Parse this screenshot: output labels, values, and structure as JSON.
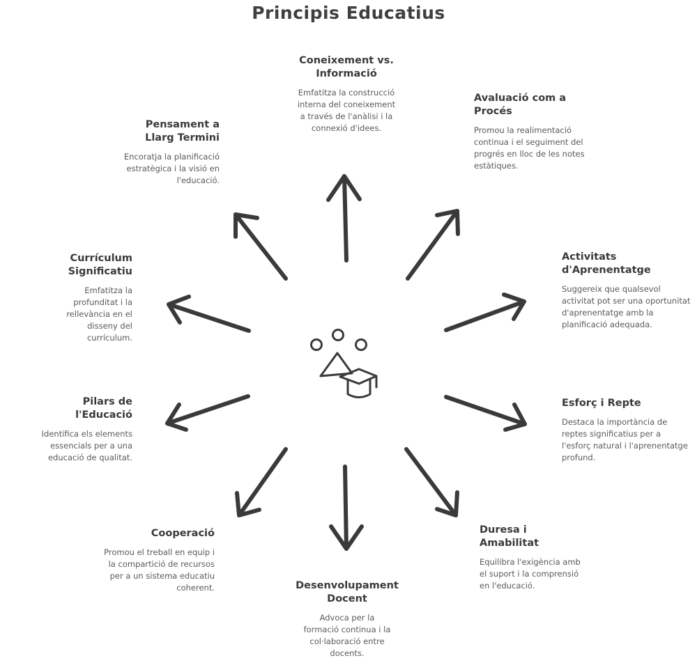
{
  "title": "Principis Educatius",
  "nodes": [
    {
      "title": "Coneixement vs. Informació",
      "description": "Emfatitza la construcció interna del coneixement a través de l'anàlisi i la connexió d'idees."
    },
    {
      "title": "Avaluació com a Procés",
      "description": "Promou la realimentació continua i el seguiment del progrés en lloc de les notes estàtiques."
    },
    {
      "title": "Activitats d'Aprenentatge",
      "description": "Suggereix que qualsevol activitat pot ser una oportunitat d'aprenentatge amb la planificació adequada."
    },
    {
      "title": "Esforç i Repte",
      "description": "Destaca la importància de reptes significatius per a l'esforç natural i l'aprenentatge profund."
    },
    {
      "title": "Duresa i Amabilitat",
      "description": "Equilibra l'exigència amb el suport i la comprensió en l'educació."
    },
    {
      "title": "Desenvolupament Docent",
      "description": "Advoca per la formació continua i la col·laboració entre docents."
    },
    {
      "title": "Cooperació",
      "description": "Promou el treball en equip i la compartició de recursos per a un sistema educatiu coherent."
    },
    {
      "title": "Pilars de l'Educació",
      "description": "Identifica els elements essencials per a una educació de qualitat."
    },
    {
      "title": "Currículum Significatiu",
      "description": "Emfatitza la profunditat i la rellevància en el disseny del currículum."
    },
    {
      "title": "Pensament a Llarg Termini",
      "description": "Encoratja la planificació estratègica i la visió en l'educació."
    }
  ],
  "icons": {
    "center": "education-shapes-icon",
    "arrow": "arrow-icon"
  },
  "colors": {
    "stroke": "#3a3a3a",
    "title": "#3f3f3f",
    "text": "#5a5a5a"
  }
}
